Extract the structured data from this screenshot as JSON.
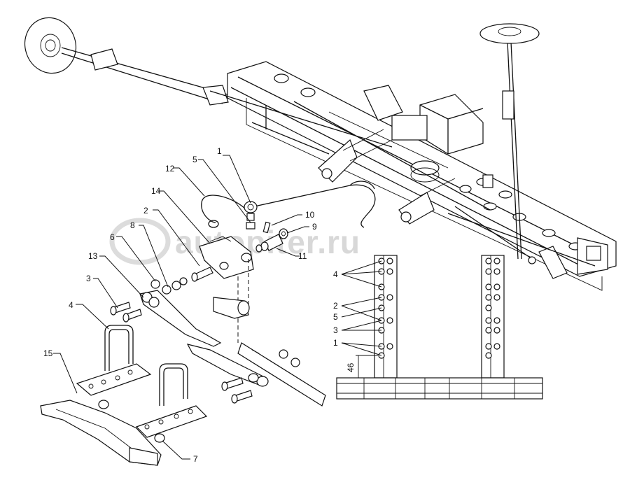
{
  "watermark": "autopiter.ru",
  "callouts": {
    "c1": "1",
    "c2": "2",
    "c3": "3",
    "c4": "4",
    "c5": "5",
    "c6": "6",
    "c7": "7",
    "c8": "8",
    "c9": "9",
    "c10": "10",
    "c11": "11",
    "c12": "12",
    "c13": "13",
    "c14": "14",
    "c15": "15"
  },
  "detail_view": {
    "labels": {
      "l4": "4",
      "l2": "2",
      "l5": "5",
      "l3": "3",
      "l1": "1"
    },
    "dimension": "46"
  }
}
